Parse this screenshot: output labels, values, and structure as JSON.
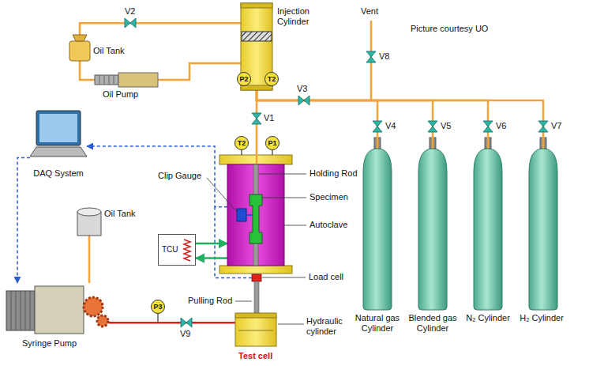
{
  "diagram": {
    "nodes": [
      {
        "text": [
          "Oil Tank"
        ]
      },
      {
        "text": [
          "Injection Cylinder"
        ]
      },
      {
        "text": [
          "P2"
        ]
      },
      {
        "text": [
          "T2"
        ]
      },
      {
        "text": [
          "Oil Pump"
        ]
      },
      {
        "text": [
          "T2"
        ]
      },
      {
        "text": [
          "P1"
        ]
      },
      {
        "text": [
          "DAQ System"
        ]
      },
      {
        "text": [
          "Autoclave"
        ]
      },
      {
        "text": [
          "TCU"
        ]
      },
      {
        "text": [
          "Natural gas Cylinder"
        ]
      },
      {
        "text": [
          "Blended gas Cylinder"
        ]
      },
      {
        "text": [
          "N₂ Cylinder"
        ]
      },
      {
        "text": [
          "H₂ Cylinder"
        ]
      },
      {
        "text": [
          "Oil Tank"
        ]
      },
      {
        "text": [
          "Syringe Pump"
        ]
      },
      {
        "text": [
          "P3"
        ]
      },
      {
        "text": [
          "Hydraulic cylinder"
        ]
      }
    ],
    "edges": [
      {
        "from": 0,
        "to": 4,
        "arrow": "none"
      },
      {
        "from": 4,
        "to": 1,
        "arrow": "none"
      },
      {
        "from": 1,
        "to": 0,
        "arrow": "none"
      },
      {
        "from": 1,
        "to": 8,
        "arrow": "none"
      },
      {
        "from": 10,
        "to": 1,
        "arrow": "none"
      },
      {
        "from": 11,
        "to": 1,
        "arrow": "none"
      },
      {
        "from": 12,
        "to": 1,
        "arrow": "none"
      },
      {
        "from": 13,
        "to": 1,
        "arrow": "none"
      },
      {
        "from": 9,
        "to": 8,
        "arrow": "to"
      },
      {
        "from": 8,
        "to": 9,
        "arrow": "to"
      },
      {
        "from": 8,
        "to": 7,
        "arrow": "to"
      },
      {
        "from": 7,
        "to": 15,
        "arrow": "to"
      },
      {
        "from": 14,
        "to": 15,
        "arrow": "none"
      },
      {
        "from": 15,
        "to": 17,
        "arrow": "none"
      }
    ],
    "labels": [
      "Vent",
      "V2",
      "V3",
      "V8",
      "V1",
      "V4",
      "V5",
      "V6",
      "V7",
      "Picture courtesy UO",
      "Holding Rod",
      "Clip Gauge",
      "Specimen",
      "Load cell",
      "Pulling Rod",
      "V9",
      "Test cell"
    ]
  }
}
